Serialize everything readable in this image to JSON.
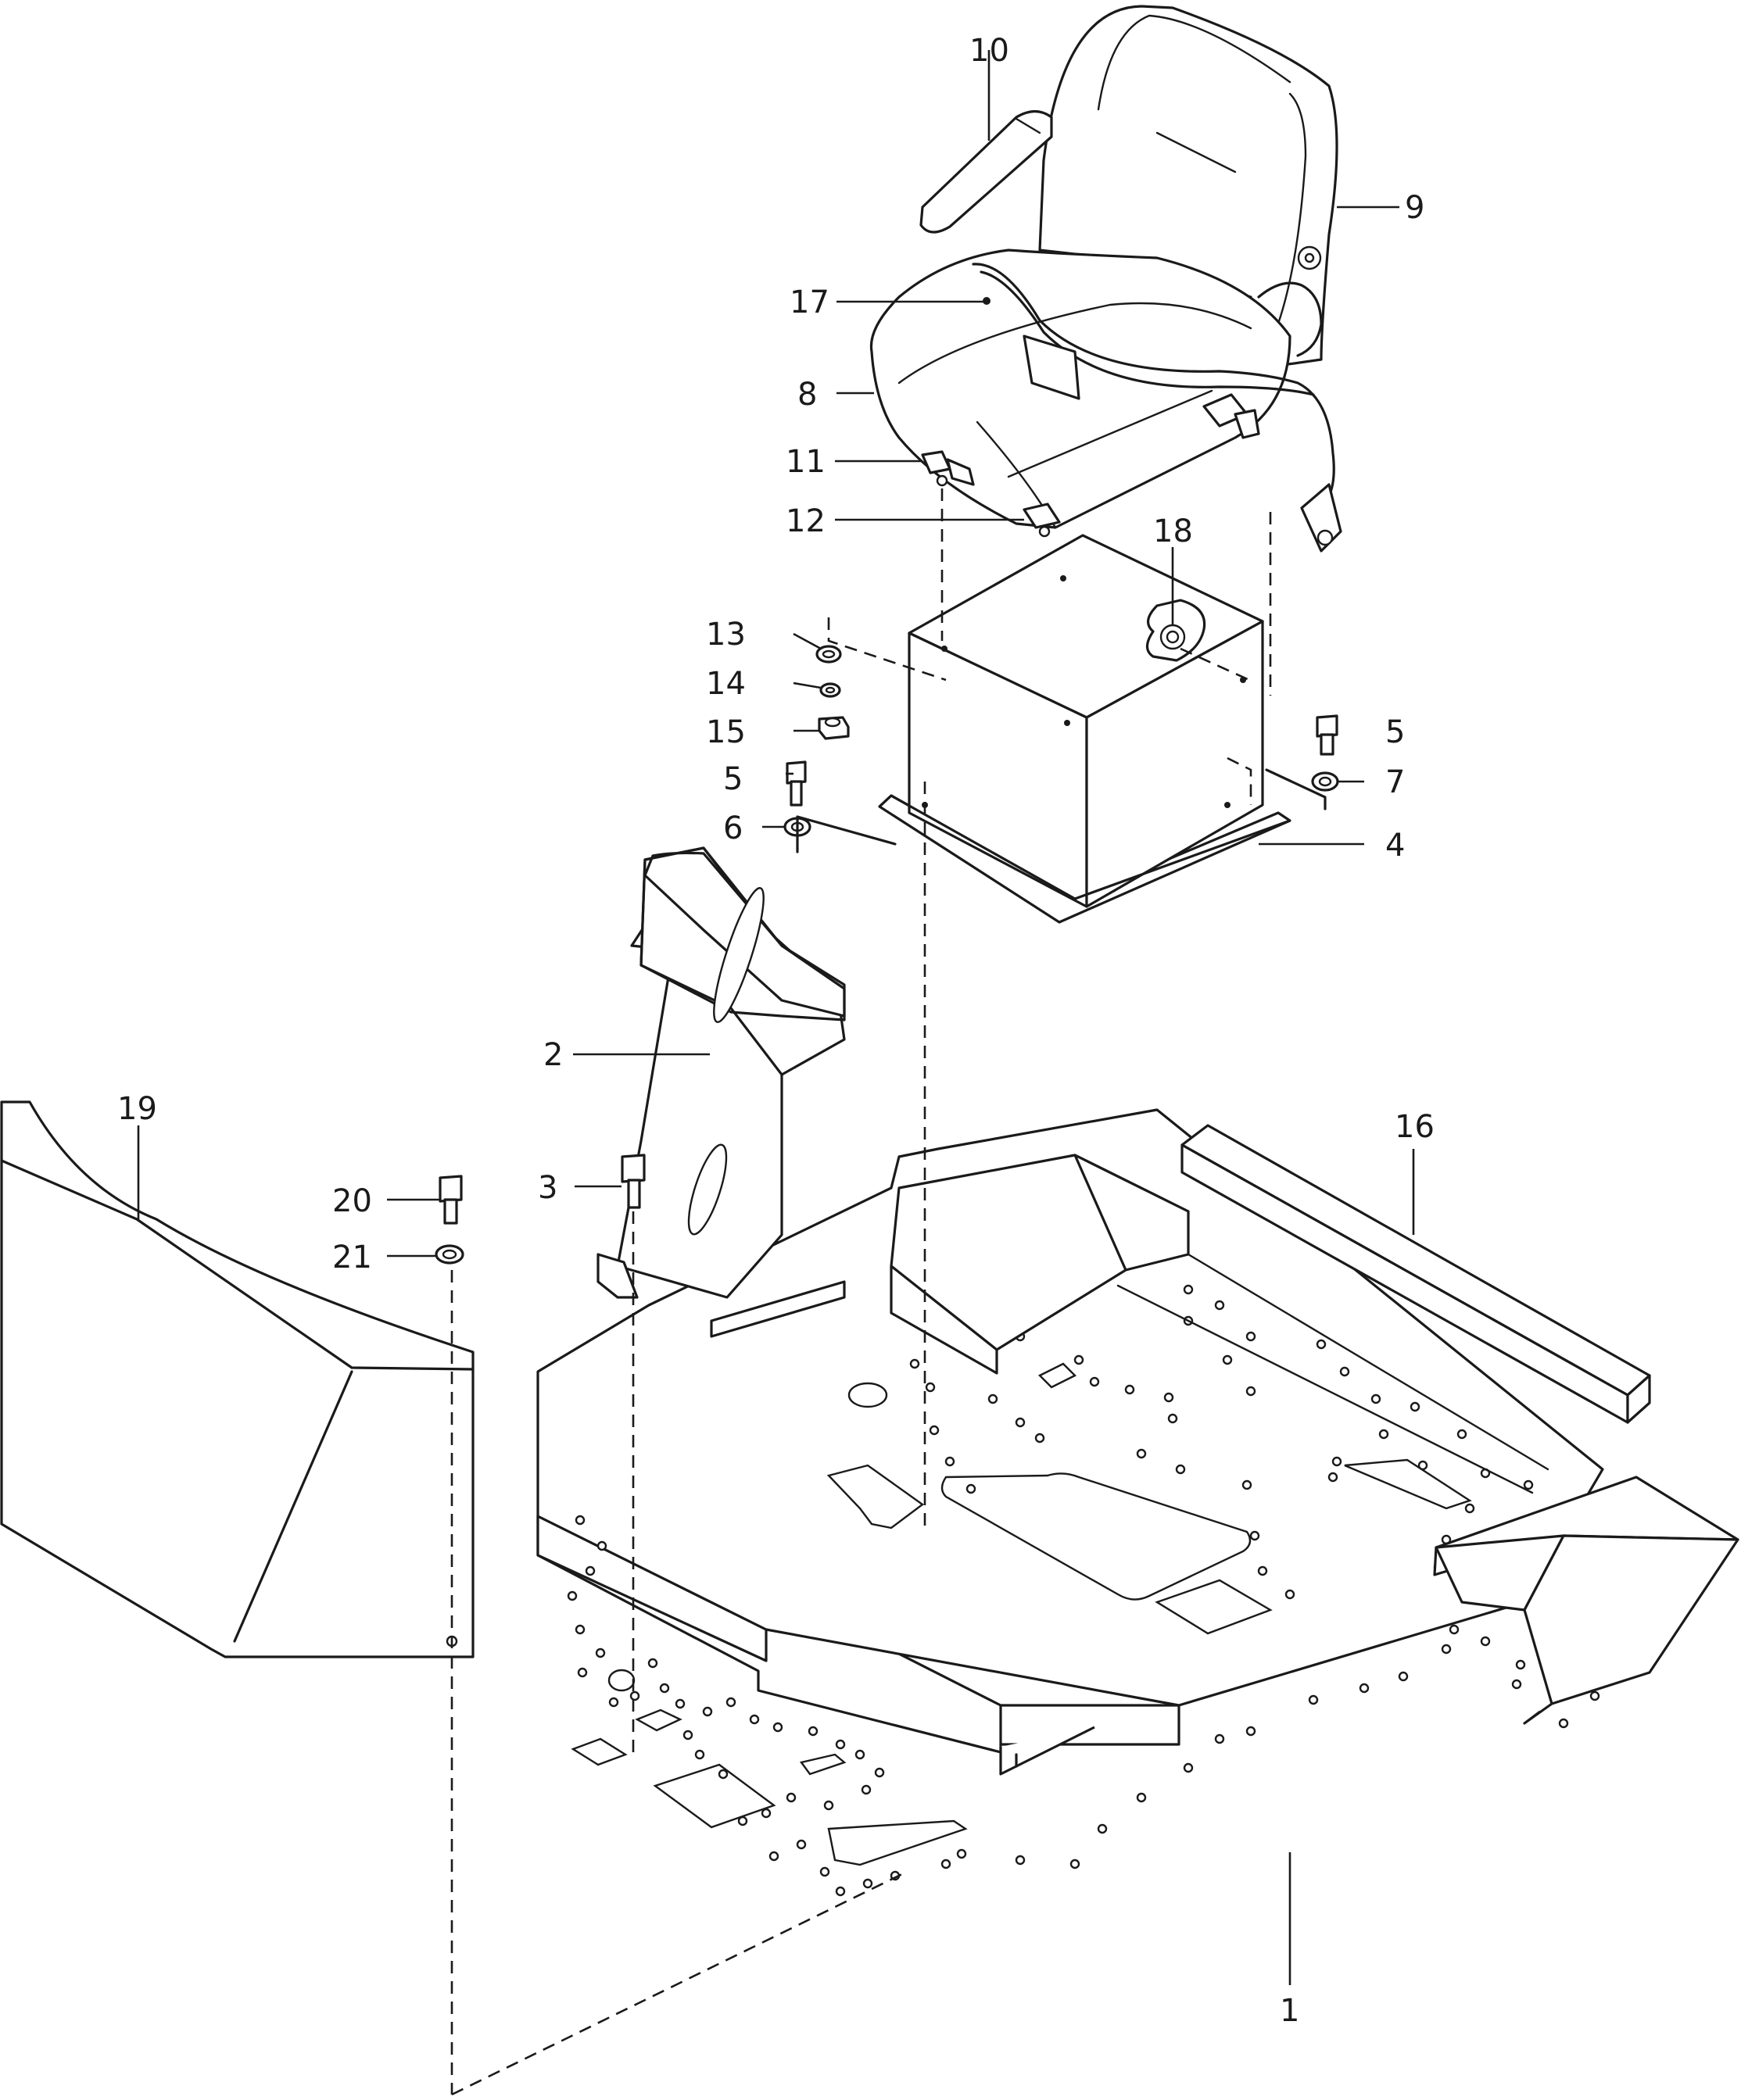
{
  "callouts": {
    "c1": "1",
    "c2": "2",
    "c3": "3",
    "c4": "4",
    "c5a": "5",
    "c5b": "5",
    "c6": "6",
    "c7": "7",
    "c8": "8",
    "c9": "9",
    "c10": "10",
    "c11": "11",
    "c12": "12",
    "c13": "13",
    "c14": "14",
    "c15": "15",
    "c16": "16",
    "c17": "17",
    "c18": "18",
    "c19": "19",
    "c20": "20",
    "c21": "21"
  }
}
